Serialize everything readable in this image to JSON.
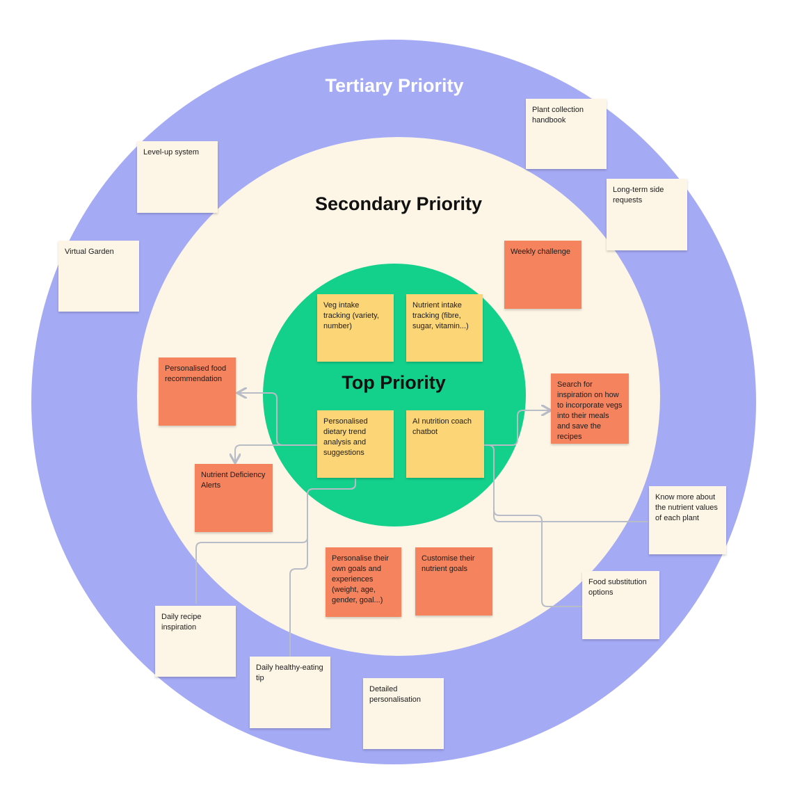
{
  "titles": {
    "tertiary": "Tertiary Priority",
    "secondary": "Secondary Priority",
    "top": "Top Priority"
  },
  "colors": {
    "tertiary_ring": "#a5aaf5",
    "secondary_ring": "#fdf6e6",
    "top_circle": "#13d18b",
    "note_cream": "#fdf6e6",
    "note_orange": "#f4835e",
    "note_yellow": "#fcd577",
    "connector": "#b7bcc6"
  },
  "notes": {
    "plant_collection_handbook": "Plant collection handbook",
    "level_up_system": "Level-up system",
    "long_term_side_requests": "Long-term side requests",
    "virtual_garden": "Virtual Garden",
    "weekly_challenge": "Weekly challenge",
    "veg_intake_tracking": "Veg intake tracking (variety, number)",
    "nutrient_intake_tracking": "Nutrient intake tracking (fibre, sugar, vitamin...)",
    "personalised_food_recommendation": "Personalised food recommendation",
    "search_for_inspiration": "Search for inspiration on how to incorporate vegs into their meals and save the recipes",
    "personalised_dietary_trend": "Personalised dietary trend analysis and suggestions",
    "ai_nutrition_coach": "AI nutrition coach chatbot",
    "nutrient_deficiency_alerts": "Nutrient Deficiency Alerts",
    "know_more_nutrient_values": "Know more about the nutrient values of each plant",
    "personalise_goals": "Personalise their own goals and experiences (weight, age, gender, goal...)",
    "customise_nutrient_goals": "Customise their nutrient goals",
    "food_substitution_options": "Food substitution options",
    "daily_recipe_inspiration": "Daily recipe inspiration",
    "daily_healthy_eating_tip": "Daily healthy-eating tip",
    "detailed_personalisation": "Detailed personalisation"
  }
}
